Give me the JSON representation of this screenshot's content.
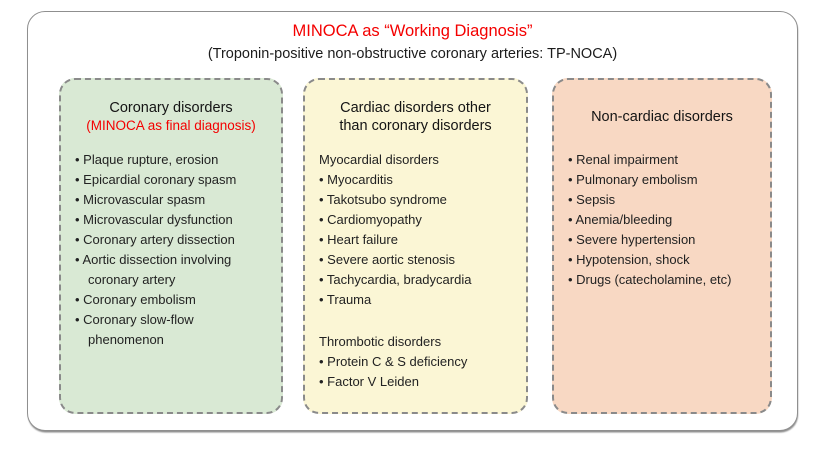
{
  "header": {
    "title": "MINOCA as “Working Diagnosis”",
    "subtitle": "(Troponin-positive non-obstructive coronary arteries: TP-NOCA)"
  },
  "bullet_char": "•",
  "colors": {
    "title_red": "#f40000",
    "body_text": "#222222",
    "coronary_box_fill": "#d9e9d4",
    "cardiac_box_fill": "#fbf6d5",
    "noncardiac_box_fill": "#f8d8c3",
    "dashed_border_gray": "#8a8a8a",
    "outer_border_gray": "#8f8f8f"
  },
  "boxes": [
    {
      "id": "coronary-disorders",
      "heading": "Coronary disorders",
      "heading_note": "(MINOCA as final diagnosis)",
      "sections": [
        {
          "items": [
            "Plaque rupture, erosion",
            "Epicardial coronary spasm",
            "Microvascular spasm",
            "Microvascular dysfunction",
            "Coronary artery dissection",
            "Aortic dissection involving\ncoronary artery",
            "Coronary embolism",
            "Coronary slow-flow\nphenomenon"
          ]
        }
      ]
    },
    {
      "id": "cardiac-disorders-other",
      "heading": "Cardiac disorders other\nthan coronary disorders",
      "sections": [
        {
          "subheading": "Myocardial disorders",
          "items": [
            "Myocarditis",
            "Takotsubo syndrome",
            "Cardiomyopathy",
            "Heart failure",
            "Severe aortic stenosis",
            "Tachycardia, bradycardia",
            "Trauma"
          ]
        },
        {
          "subheading": "Thrombotic disorders",
          "items": [
            "Protein C & S deficiency",
            "Factor V Leiden"
          ]
        }
      ]
    },
    {
      "id": "non-cardiac-disorders",
      "heading": "Non-cardiac disorders",
      "sections": [
        {
          "items": [
            "Renal impairment",
            "Pulmonary embolism",
            "Sepsis",
            "Anemia/bleeding",
            "Severe hypertension",
            "Hypotension, shock",
            "Drugs (catecholamine, etc)"
          ]
        }
      ]
    }
  ]
}
